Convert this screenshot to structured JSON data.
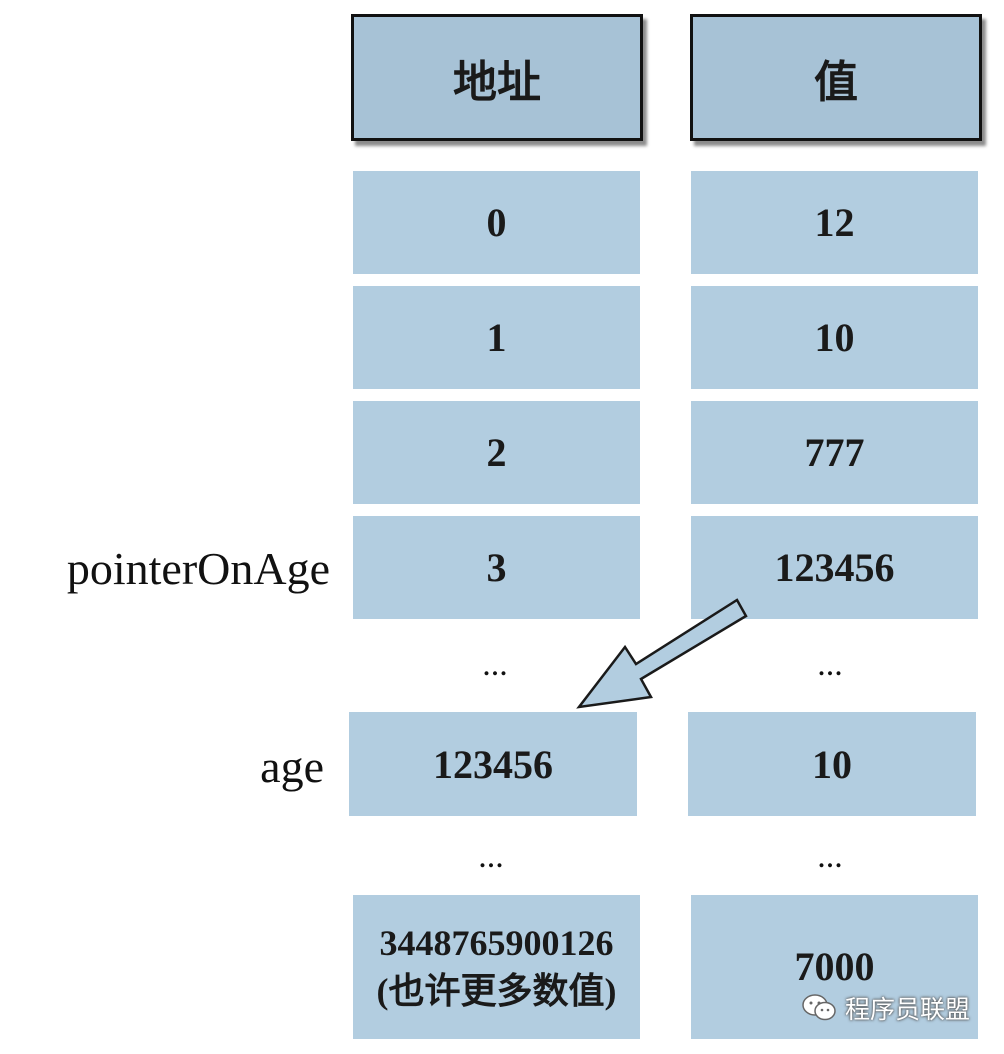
{
  "headers": {
    "address": "地址",
    "value": "值"
  },
  "rows": [
    {
      "address": "0",
      "value": "12"
    },
    {
      "address": "1",
      "value": "10"
    },
    {
      "address": "2",
      "value": "777"
    },
    {
      "address": "3",
      "value": "123456"
    }
  ],
  "ellipsis": "...",
  "age_row": {
    "address": "123456",
    "value": "10"
  },
  "last_row": {
    "address_line1": "3448765900126",
    "address_line2": "(也许更多数值)",
    "value": "7000"
  },
  "labels": {
    "pointer": "pointerOnAge",
    "age": "age"
  },
  "watermark": {
    "text": "程序员联盟",
    "icon": "wechat-icon"
  },
  "colors": {
    "cell": "#b2cde0",
    "header": "#a7c2d6",
    "arrow_fill": "#b2cde0",
    "arrow_stroke": "#1a1a1a"
  }
}
